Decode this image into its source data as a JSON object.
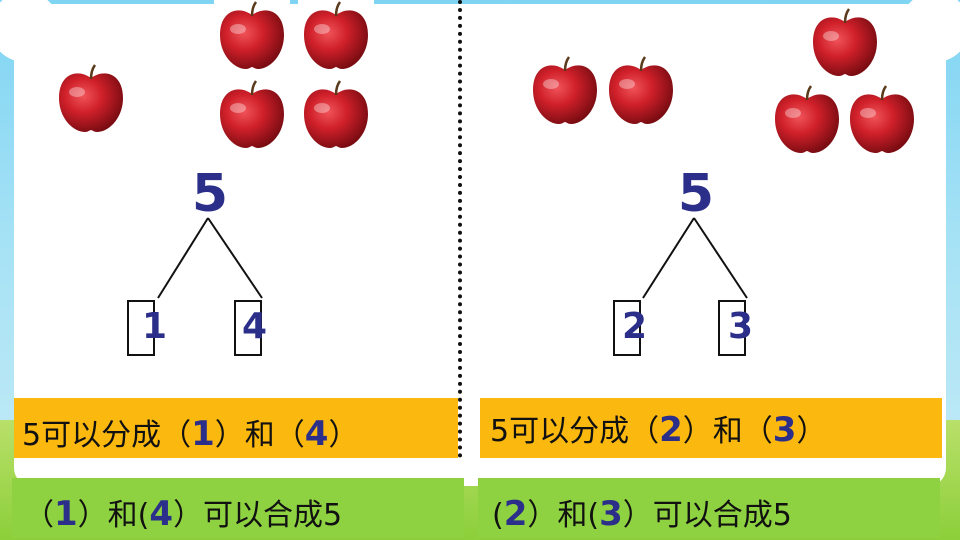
{
  "left_panel": {
    "total": "5",
    "part_a": "1",
    "part_b": "4",
    "decompose": {
      "prefix": "5可以分成（",
      "a": "1",
      "middle": "）和（",
      "b": "4",
      "suffix": "）"
    },
    "compose": {
      "open1": "（",
      "a": "1",
      "close1": "）和(",
      "b": "4",
      "suffix": "）可以合成5"
    }
  },
  "right_panel": {
    "total": "5",
    "part_a": "2",
    "part_b": "3",
    "decompose": {
      "prefix": "5可以分成（",
      "a": "2",
      "middle": "）和（",
      "b": "3",
      "suffix": "）"
    },
    "compose": {
      "open1": "(",
      "a": "2",
      "close1": "）和(",
      "b": "3",
      "suffix": "）可以合成5"
    }
  },
  "colors": {
    "number_blue": "#2b2f8a",
    "orange_bar": "#fbb80f",
    "green_bar": "#8ed241",
    "apple_red": "#d0202a"
  },
  "icons": [
    "apple-icon"
  ]
}
